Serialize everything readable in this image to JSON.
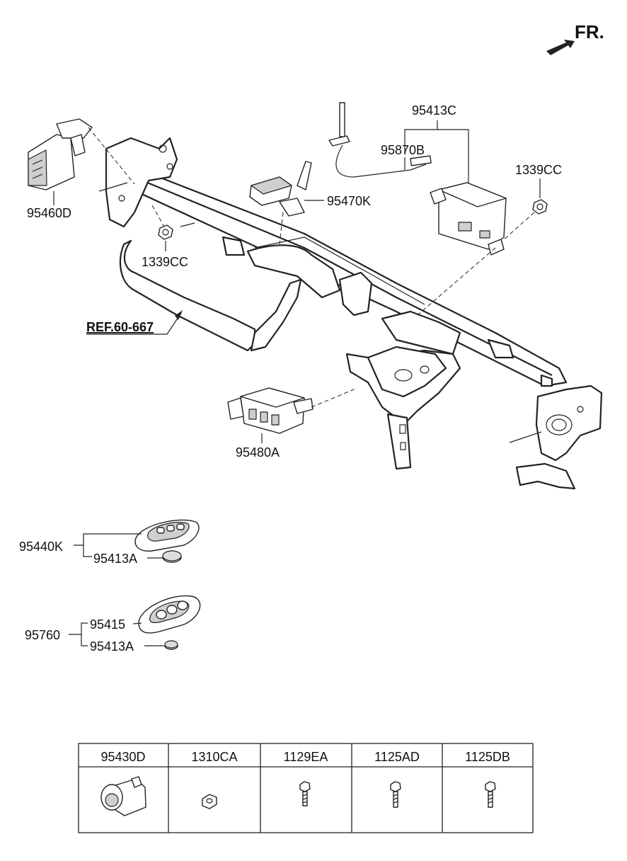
{
  "orientation": {
    "label": "FR."
  },
  "labels": {
    "part_95460D": "95460D",
    "part_1339CC_left": "1339CC",
    "part_95470K": "95470K",
    "part_95413C": "95413C",
    "part_95870B": "95870B",
    "part_1339CC_right": "1339CC",
    "ref": "REF.60-667",
    "part_95480A": "95480A",
    "part_95440K": "95440K",
    "part_95413A_1": "95413A",
    "part_95760": "95760",
    "part_95415": "95415",
    "part_95413A_2": "95413A"
  },
  "parts_table": {
    "headers": [
      "95430D",
      "1310CA",
      "1129EA",
      "1125AD",
      "1125DB"
    ]
  }
}
